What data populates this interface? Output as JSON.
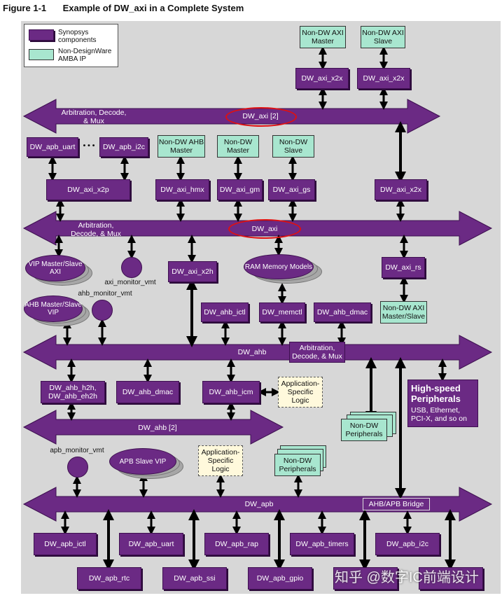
{
  "caption": {
    "figure": "Figure 1-1",
    "title": "Example of DW_axi in a Complete System"
  },
  "legend": {
    "synopsys": "Synopsys components",
    "nondw": "Non-DesignWare AMBA IP"
  },
  "colors": {
    "purple": "#6b2a84",
    "mint": "#a8e6cf",
    "highlight": "#e01010",
    "panel": "#d7d7d7"
  },
  "top": {
    "master": "Non-DW AXI Master",
    "slave": "Non-DW AXI Slave",
    "x2x_left": "DW_axi_x2x",
    "x2x_right": "DW_axi_x2x"
  },
  "bus_axi2": {
    "name": "DW_axi [2]",
    "arb": "Arbitration, Decode, & Mux"
  },
  "row2": {
    "apb_uart": "DW_apb_uart",
    "ellipsis": "• • •",
    "apb_i2c": "DW_apb_i2c",
    "ahb_master": "Non-DW AHB Master",
    "master": "Non-DW Master",
    "slave": "Non-DW Slave"
  },
  "row3": {
    "x2p": "DW_axi_x2p",
    "hmx": "DW_axi_hmx",
    "gm": "DW_axi_gm",
    "gs": "DW_axi_gs",
    "x2x": "DW_axi_x2x"
  },
  "bus_axi": {
    "name": "DW_axi",
    "arb": "Arbitration, Decode, & Mux"
  },
  "row4": {
    "vip_axi": "VIP Master/Slave AXI",
    "axi_mon": "axi_monitor_vmt",
    "x2h": "DW_axi_x2h",
    "ram": "RAM Memory Models",
    "rs": "DW_axi_rs",
    "ahb_vip": "AHB Master/Slave VIP",
    "ahb_mon": "ahb_monitor_vmt",
    "ictl": "DW_ahb_ictl",
    "memctl": "DW_memctl",
    "dmac": "DW_ahb_dmac",
    "axi_ms": "Non-DW AXI Master/Slave"
  },
  "bus_ahb": {
    "name": "DW_ahb",
    "arb": "Arbitration, Decode, & Mux"
  },
  "row5": {
    "h2h": "DW_ahb_h2h, DW_ahb_eh2h",
    "dmac": "DW_ahb_dmac",
    "icm": "DW_ahb_icm",
    "app_logic": "Application- Specific Logic",
    "periph": "Non-DW Peripherals"
  },
  "hsp": {
    "title": "High-speed Peripherals",
    "sub": "USB, Ethernet, PCI-X, and so on"
  },
  "bus_ahb2": {
    "name": "DW_ahb [2]"
  },
  "row6": {
    "apb_mon": "apb_monitor_vmt",
    "apb_vip": "APB Slave VIP",
    "app_logic": "Application- Specific Logic",
    "periph": "Non-DW Peripherals"
  },
  "bus_apb": {
    "name": "DW_apb",
    "bridge": "AHB/APB Bridge"
  },
  "row7": {
    "ictl": "DW_apb_ictl",
    "uart": "DW_apb_uart",
    "rap": "DW_apb_rap",
    "timers": "DW_apb_timers",
    "i2c": "DW_apb_i2c"
  },
  "row8": {
    "rtc": "DW_apb_rtc",
    "ssi": "DW_apb_ssi",
    "gpio": "DW_apb_gpio"
  },
  "watermark": "知乎 @数字IC前端设计"
}
